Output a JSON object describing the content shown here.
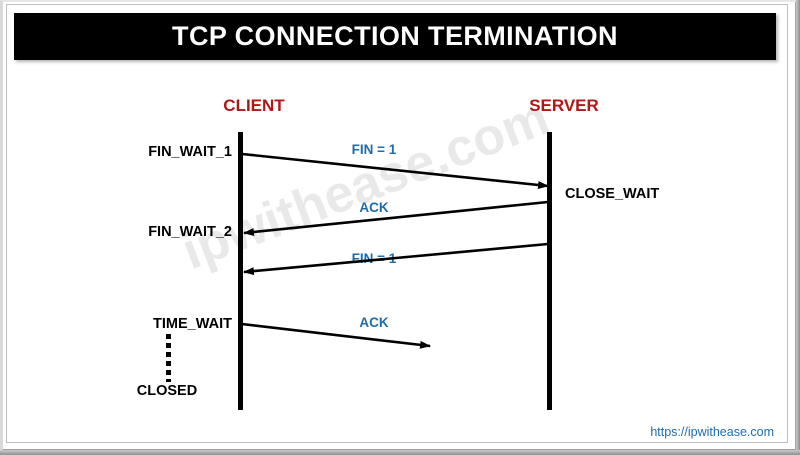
{
  "title": "TCP CONNECTION TERMINATION",
  "watermark": "ipwithease.com",
  "footer": {
    "url": "https://ipwithease.com"
  },
  "colors": {
    "title_bar_bg": "#000000",
    "title_text": "#ffffff",
    "lifeline_label": "#b01818",
    "state_label": "#000000",
    "message_label": "#1f6cab",
    "arrow": "#000000",
    "footer_url": "#1f6cab",
    "watermark": "rgba(0,0,0,0.085)",
    "canvas_bg": "#ffffff"
  },
  "lifelines": [
    {
      "name": "client",
      "label": "CLIENT"
    },
    {
      "name": "server",
      "label": "SERVER"
    }
  ],
  "client_states": [
    {
      "id": "fin-wait-1",
      "label": "FIN_WAIT_1"
    },
    {
      "id": "fin-wait-2",
      "label": "FIN_WAIT_2"
    },
    {
      "id": "time-wait",
      "label": "TIME_WAIT"
    },
    {
      "id": "closed",
      "label": "CLOSED"
    }
  ],
  "server_states": [
    {
      "id": "close-wait",
      "label": "CLOSE_WAIT"
    }
  ],
  "messages": [
    {
      "id": "fin1",
      "label": "FIN = 1",
      "direction": "client-to-server",
      "from_state": "FIN_WAIT_1",
      "to_state": "CLOSE_WAIT"
    },
    {
      "id": "ack1",
      "label": "ACK",
      "direction": "server-to-client",
      "from_state": "CLOSE_WAIT",
      "to_state": "FIN_WAIT_2"
    },
    {
      "id": "fin2",
      "label": "FIN = 1",
      "direction": "server-to-client",
      "from_state": "CLOSE_WAIT",
      "to_state": "TIME_WAIT"
    },
    {
      "id": "ack2",
      "label": "ACK",
      "direction": "client-to-server",
      "from_state": "TIME_WAIT",
      "to_state": ""
    }
  ]
}
